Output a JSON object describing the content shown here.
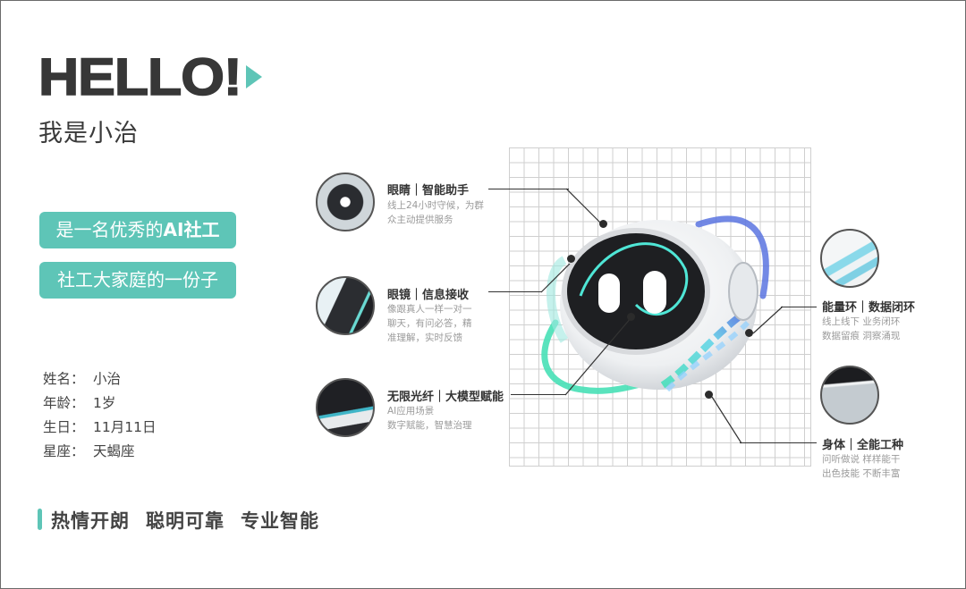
{
  "header": {
    "hello": "HELLO!",
    "subtitle": "我是小治",
    "play_icon": "play-triangle-icon"
  },
  "badges": [
    {
      "prefix": "是一名优秀的",
      "bold": "AI社工"
    },
    {
      "text": "社工大家庭的一份子"
    }
  ],
  "profile": [
    {
      "label": "姓名：",
      "value": "小治"
    },
    {
      "label": "年龄：",
      "value": "1岁"
    },
    {
      "label": "生日：",
      "value": "11月11日"
    },
    {
      "label": "星座：",
      "value": "天蝎座"
    }
  ],
  "traits": [
    "热情开朗",
    "聪明可靠",
    "专业智能"
  ],
  "features": [
    {
      "title": "眼睛｜智能助手",
      "desc": [
        "线上24小时守候，为群",
        "众主动提供服务"
      ],
      "icon": "eye-closeup-icon"
    },
    {
      "title": "眼镜｜信息接收",
      "desc": [
        "像跟真人一样一对一",
        "聊天，有问必答，精",
        "准理解，实时反馈"
      ],
      "icon": "visor-closeup-icon"
    },
    {
      "title": "无限光纤｜大模型赋能",
      "desc": [
        "AI应用场景",
        "数字赋能，智慧治理"
      ],
      "icon": "fiber-closeup-icon"
    },
    {
      "title": "能量环｜数据闭环",
      "desc": [
        "线上线下 业务闭环",
        "数据留痕 洞察涌现"
      ],
      "icon": "energy-ring-closeup-icon"
    },
    {
      "title": "身体｜全能工种",
      "desc": [
        "问听做说 样样能干",
        "出色技能 不断丰富"
      ],
      "icon": "body-closeup-icon"
    }
  ],
  "colors": {
    "accent": "#5ec5b7",
    "text_dark": "#373737",
    "text_muted": "#9a9a9a",
    "grid": "#cfcfcf"
  }
}
